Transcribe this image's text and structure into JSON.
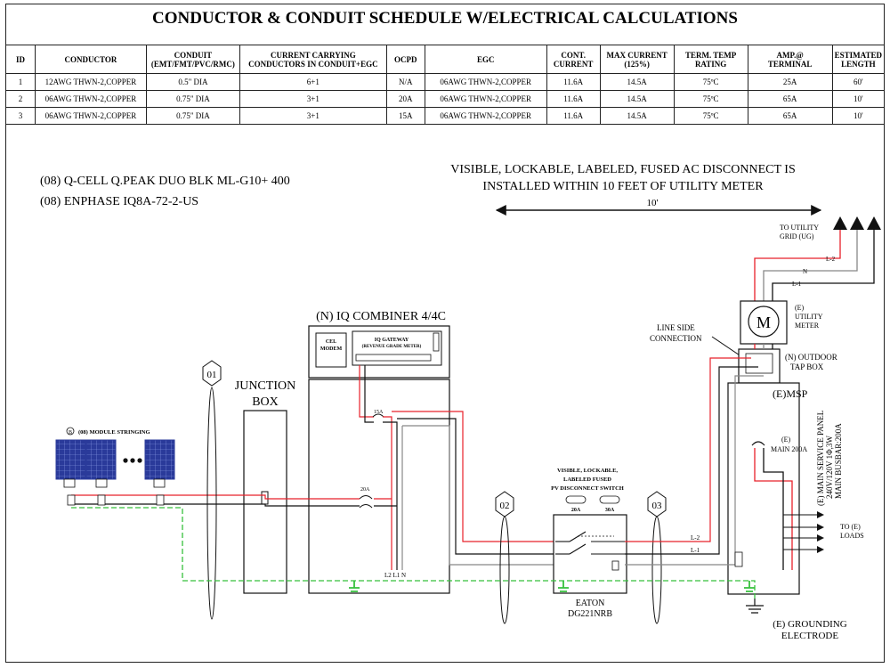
{
  "schedule": {
    "title": "CONDUCTOR & CONDUIT SCHEDULE W/ELECTRICAL CALCULATIONS",
    "headers": [
      [
        "ID"
      ],
      [
        "CONDUCTOR"
      ],
      [
        "CONDUIT",
        "(EMT/FMT/PVC/RMC)"
      ],
      [
        "CURRENT CARRYING",
        "CONDUCTORS IN CONDUIT+EGC"
      ],
      [
        "OCPD"
      ],
      [
        "EGC"
      ],
      [
        "CONT.",
        "CURRENT"
      ],
      [
        "MAX CURRENT",
        "(125%)"
      ],
      [
        "TERM. TEMP",
        "RATING"
      ],
      [
        "AMP.@",
        "TERMINAL"
      ],
      [
        "ESTIMATED",
        "LENGTH"
      ]
    ],
    "rows": [
      [
        "1",
        "12AWG THWN-2,COPPER",
        "0.5\" DIA",
        "6+1",
        "N/A",
        "06AWG THWN-2,COPPER",
        "11.6A",
        "14.5A",
        "75ºC",
        "25A",
        "60'"
      ],
      [
        "2",
        "06AWG THWN-2,COPPER",
        "0.75\" DIA",
        "3+1",
        "20A",
        "06AWG THWN-2,COPPER",
        "11.6A",
        "14.5A",
        "75ºC",
        "65A",
        "10'"
      ],
      [
        "3",
        "06AWG THWN-2,COPPER",
        "0.75\" DIA",
        "3+1",
        "15A",
        "06AWG THWN-2,COPPER",
        "11.6A",
        "14.5A",
        "75ºC",
        "65A",
        "10'"
      ]
    ]
  },
  "diagram": {
    "equipment": [
      "(08)  Q-CELL Q.PEAK DUO BLK ML-G10+ 400",
      "(08)  ENPHASE IQ8A-72-2-US"
    ],
    "disconnect_note": [
      "VISIBLE, LOCKABLE, LABELED, FUSED AC DISCONNECT IS",
      "INSTALLED WITHIN 10 FEET OF UTILITY METER"
    ],
    "distance": "10'",
    "to_utility": [
      "TO UTILITY",
      "GRID (UG)"
    ],
    "line_labels": {
      "l2": "L-2",
      "n": "N",
      "l1": "L-1"
    },
    "meter": {
      "symbol": "M",
      "label": [
        "(E)",
        "UTILITY",
        "METER"
      ]
    },
    "line_side": [
      "LINE SIDE",
      "CONNECTION"
    ],
    "tap_box": [
      "(N) OUTDOOR",
      "TAP BOX"
    ],
    "msp": "(E)MSP",
    "main_breaker": [
      "(E)",
      "MAIN 200A"
    ],
    "panel_vertical": [
      "(E) MAIN SERVICE PANEL",
      "240V/120V 1Φ,3W",
      "MAIN BUSBAR:200A"
    ],
    "to_loads": [
      "TO (E)",
      "LOADS"
    ],
    "combiner": {
      "title": "(N) IQ COMBINER 4/4C",
      "modem": [
        "CEL",
        "MODEM"
      ],
      "gateway": [
        "IQ GATEWAY",
        "(REVENUE GRADE METER)"
      ],
      "breaker_15": "15A",
      "breaker_20": "20A",
      "bus_label": "L2 L1 N"
    },
    "junction_box": [
      "JUNCTION",
      "BOX"
    ],
    "module_stringing": "(08) MODULE STRINGING",
    "module_badge": "B",
    "conduit_tags": [
      "01",
      "02",
      "03"
    ],
    "pv_disconnect": {
      "label": [
        "VISIBLE, LOCKABLE,",
        "LABELED FUSED",
        "PV DISCONNECT SWITCH"
      ],
      "fuse_1": "20A",
      "fuse_2": "30A",
      "make": [
        "EATON",
        "DG221NRB"
      ]
    },
    "grounding": [
      "(E) GROUNDING",
      "ELECTRODE"
    ],
    "colors": {
      "red": "#e8202a",
      "green": "#36c03c",
      "black": "#111111",
      "gray": "#888888",
      "module": "#2a3a9a"
    }
  }
}
